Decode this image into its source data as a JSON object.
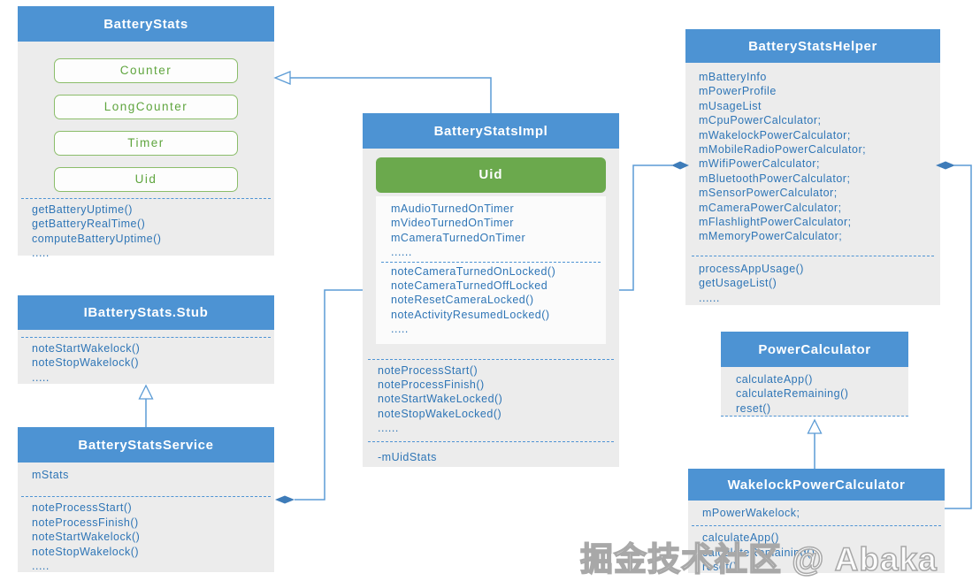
{
  "diagram": {
    "watermark": "掘金技术社区 @ Abaka",
    "colors": {
      "header_blue": "#4d93d3",
      "panel_gray": "#ececec",
      "member_text_blue": "#2e75b6",
      "accent_green": "#6ba94d",
      "green_border": "#8bbd6a",
      "connector_blue": "#5b9bd5",
      "diamond_blue": "#3e7cb9"
    },
    "classes": {
      "battery_stats": {
        "title": "BatteryStats",
        "inner_classes": [
          "Counter",
          "LongCounter",
          "Timer",
          "Uid"
        ],
        "methods": [
          "getBatteryUptime()",
          "getBatteryRealTime()",
          "computeBatteryUptime()",
          "....."
        ]
      },
      "ibattery_stats_stub": {
        "title": "IBatteryStats.Stub",
        "methods": [
          "noteStartWakelock()",
          "noteStopWakelock()",
          "....."
        ]
      },
      "battery_stats_service": {
        "title": "BatteryStatsService",
        "attributes": [
          "mStats"
        ],
        "methods": [
          "noteProcessStart()",
          "noteProcessFinish()",
          "noteStartWakelock()",
          "noteStopWakelock()",
          "....."
        ]
      },
      "battery_stats_impl": {
        "title": "BatteryStatsImpl",
        "uid_class": {
          "title": "Uid",
          "attributes": [
            "mAudioTurnedOnTimer",
            "mVideoTurnedOnTimer",
            "mCameraTurnedOnTimer",
            "......"
          ],
          "methods": [
            "noteCameraTurnedOnLocked()",
            "noteCameraTurnedOffLocked",
            "noteResetCameraLocked()",
            "noteActivityResumedLocked()",
            "....."
          ]
        },
        "methods": [
          "noteProcessStart()",
          "noteProcessFinish()",
          "noteStartWakeLocked()",
          "noteStopWakeLocked()",
          "......"
        ],
        "fields": [
          "-mUidStats"
        ]
      },
      "battery_stats_helper": {
        "title": "BatteryStatsHelper",
        "attributes": [
          "mBatteryInfo",
          "mPowerProfile",
          "mUsageList",
          "mCpuPowerCalculator;",
          "mWakelockPowerCalculator;",
          "mMobileRadioPowerCalculator;",
          "mWifiPowerCalculator;",
          "mBluetoothPowerCalculator;",
          "mSensorPowerCalculator;",
          "mCameraPowerCalculator;",
          "mFlashlightPowerCalculator;",
          "mMemoryPowerCalculator;"
        ],
        "methods": [
          "processAppUsage()",
          "getUsageList()",
          "......"
        ]
      },
      "power_calculator": {
        "title": "PowerCalculator",
        "methods": [
          "calculateApp()",
          "calculateRemaining()",
          "reset()"
        ]
      },
      "wakelock_power_calculator": {
        "title": "WakelockPowerCalculator",
        "attributes": [
          "mPowerWakelock;"
        ],
        "methods": [
          "calculateApp()",
          "calculateRemaining()",
          "reset()"
        ]
      }
    },
    "relationships": [
      {
        "from": "BatteryStatsImpl",
        "to": "BatteryStats",
        "type": "generalization"
      },
      {
        "from": "BatteryStatsService",
        "to": "IBatteryStats.Stub",
        "type": "generalization"
      },
      {
        "from": "WakelockPowerCalculator",
        "to": "PowerCalculator",
        "type": "generalization"
      },
      {
        "from": "BatteryStatsImpl",
        "to": "BatteryStatsHelper",
        "type": "aggregation"
      },
      {
        "from": "WakelockPowerCalculator",
        "to": "BatteryStatsHelper",
        "type": "aggregation"
      },
      {
        "from": "BatteryStatsImpl",
        "to": "BatteryStatsService",
        "type": "aggregation"
      }
    ]
  }
}
